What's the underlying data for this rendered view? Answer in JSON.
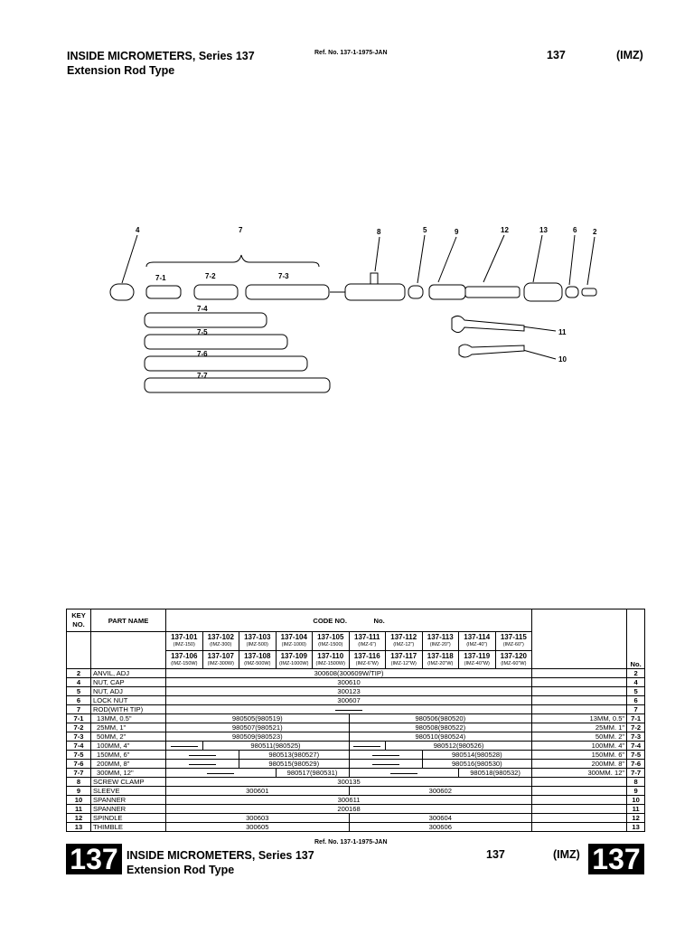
{
  "header": {
    "title": "INSIDE MICROMETERS,  Series 137",
    "subtitle": "Extension Rod Type",
    "ref": "Ref. No. 137-1-1975-JAN",
    "series_no": "137",
    "code": "(IMZ)"
  },
  "diagram_labels": {
    "n4": "4",
    "n7": "7",
    "n8": "8",
    "n5": "5",
    "n9": "9",
    "n12": "12",
    "n13": "13",
    "n6": "6",
    "n2": "2",
    "n71": "7-1",
    "n72": "7-2",
    "n73": "7-3",
    "n74": "7-4",
    "n75": "7-5",
    "n76": "7-6",
    "n77": "7-7",
    "n11": "11",
    "n10": "10"
  },
  "table": {
    "key_no": "KEY NO.",
    "part_name": "PART NAME",
    "code_no": "CODE NO.",
    "no_mid": "No.",
    "no_right": "No.",
    "codes_row1": [
      {
        "code": "137-101",
        "sub": "(IMZ-150)"
      },
      {
        "code": "137-102",
        "sub": "(IMZ-300)"
      },
      {
        "code": "137-103",
        "sub": "(IMZ-500)"
      },
      {
        "code": "137-104",
        "sub": "(IMZ-1000)"
      },
      {
        "code": "137-105",
        "sub": "(IMZ-1500)"
      },
      {
        "code": "137-111",
        "sub": "(IMZ-6\")"
      },
      {
        "code": "137-112",
        "sub": "(IMZ-12\")"
      },
      {
        "code": "137-113",
        "sub": "(IMZ-20\")"
      },
      {
        "code": "137-114",
        "sub": "(IMZ-40\")"
      },
      {
        "code": "137-115",
        "sub": "(IMZ-60\")"
      }
    ],
    "codes_row2": [
      {
        "code": "137-106",
        "sub": "(IMZ-150W)"
      },
      {
        "code": "137-107",
        "sub": "(IMZ-300W)"
      },
      {
        "code": "137-108",
        "sub": "(IMZ-500W)"
      },
      {
        "code": "137-109",
        "sub": "(IMZ-1000W)"
      },
      {
        "code": "137-110",
        "sub": "(IMZ-1500W)"
      },
      {
        "code": "137-116",
        "sub": "(IMZ-6\"W)"
      },
      {
        "code": "137-117",
        "sub": "(IMZ-12\"W)"
      },
      {
        "code": "137-118",
        "sub": "(IMZ-20\"W)"
      },
      {
        "code": "137-119",
        "sub": "(IMZ-40\"W)"
      },
      {
        "code": "137-120",
        "sub": "(IMZ-60\"W)"
      }
    ],
    "rows": {
      "r2": {
        "key": "2",
        "name": "ANVIL, ADJ",
        "code": "300608(300609W/TIP)"
      },
      "r4": {
        "key": "4",
        "name": "NUT, CAP",
        "code": "300610"
      },
      "r5": {
        "key": "5",
        "name": "NUT, ADJ",
        "code": "300123"
      },
      "r6": {
        "key": "6",
        "name": "LOCK NUT",
        "code": "300607"
      },
      "r7": {
        "key": "7",
        "name": "ROD(WITH TIP)"
      },
      "r71": {
        "key": "7-1",
        "name": "13MM, 0.5\"",
        "m": "980505(980519)",
        "i": "980506(980520)",
        "size": "13MM, 0.5\""
      },
      "r72": {
        "key": "7-2",
        "name": "25MM,    1\"",
        "m": "980507(980521)",
        "i": "980508(980522)",
        "size": "25MM.    1\""
      },
      "r73": {
        "key": "7-3",
        "name": "50MM,    2\"",
        "m": "980509(980523)",
        "i": "980510(980524)",
        "size": "50MM.    2\""
      },
      "r74": {
        "key": "7-4",
        "name": "100MM,    4\"",
        "m": "980511(980525)",
        "i": "980512(980526)",
        "size": "100MM.    4\""
      },
      "r75": {
        "key": "7-5",
        "name": "150MM,    6\"",
        "m": "980513(980527)",
        "i": "980514(980528)",
        "size": "150MM.    6\""
      },
      "r76": {
        "key": "7-6",
        "name": "200MM,    8\"",
        "m": "980515(980529)",
        "i": "980516(980530)",
        "size": "200MM.    8\""
      },
      "r77": {
        "key": "7-7",
        "name": "300MM,  12\"",
        "m": "980517(980531)",
        "i": "980518(980532)",
        "size": "300MM.  12\""
      },
      "r8": {
        "key": "8",
        "name": "SCREW CLAMP",
        "code": "300135"
      },
      "r9": {
        "key": "9",
        "name": "SLEEVE",
        "m": "300601",
        "i": "300602"
      },
      "r10": {
        "key": "10",
        "name": "SPANNER",
        "code": "300611"
      },
      "r11": {
        "key": "11",
        "name": "SPANNER",
        "code": "200168"
      },
      "r12": {
        "key": "12",
        "name": "SPINDLE",
        "m": "300603",
        "i": "300604"
      },
      "r13": {
        "key": "13",
        "name": "THIMBLE",
        "m": "300605",
        "i": "300606"
      }
    }
  },
  "footer": {
    "ref": "Ref. No. 137-1-1975-JAN",
    "big_left": "137",
    "title": "INSIDE MICROMETERS,  Series 137",
    "subtitle": "Extension Rod Type",
    "series_no": "137",
    "code": "(IMZ)",
    "big_right": "137"
  }
}
